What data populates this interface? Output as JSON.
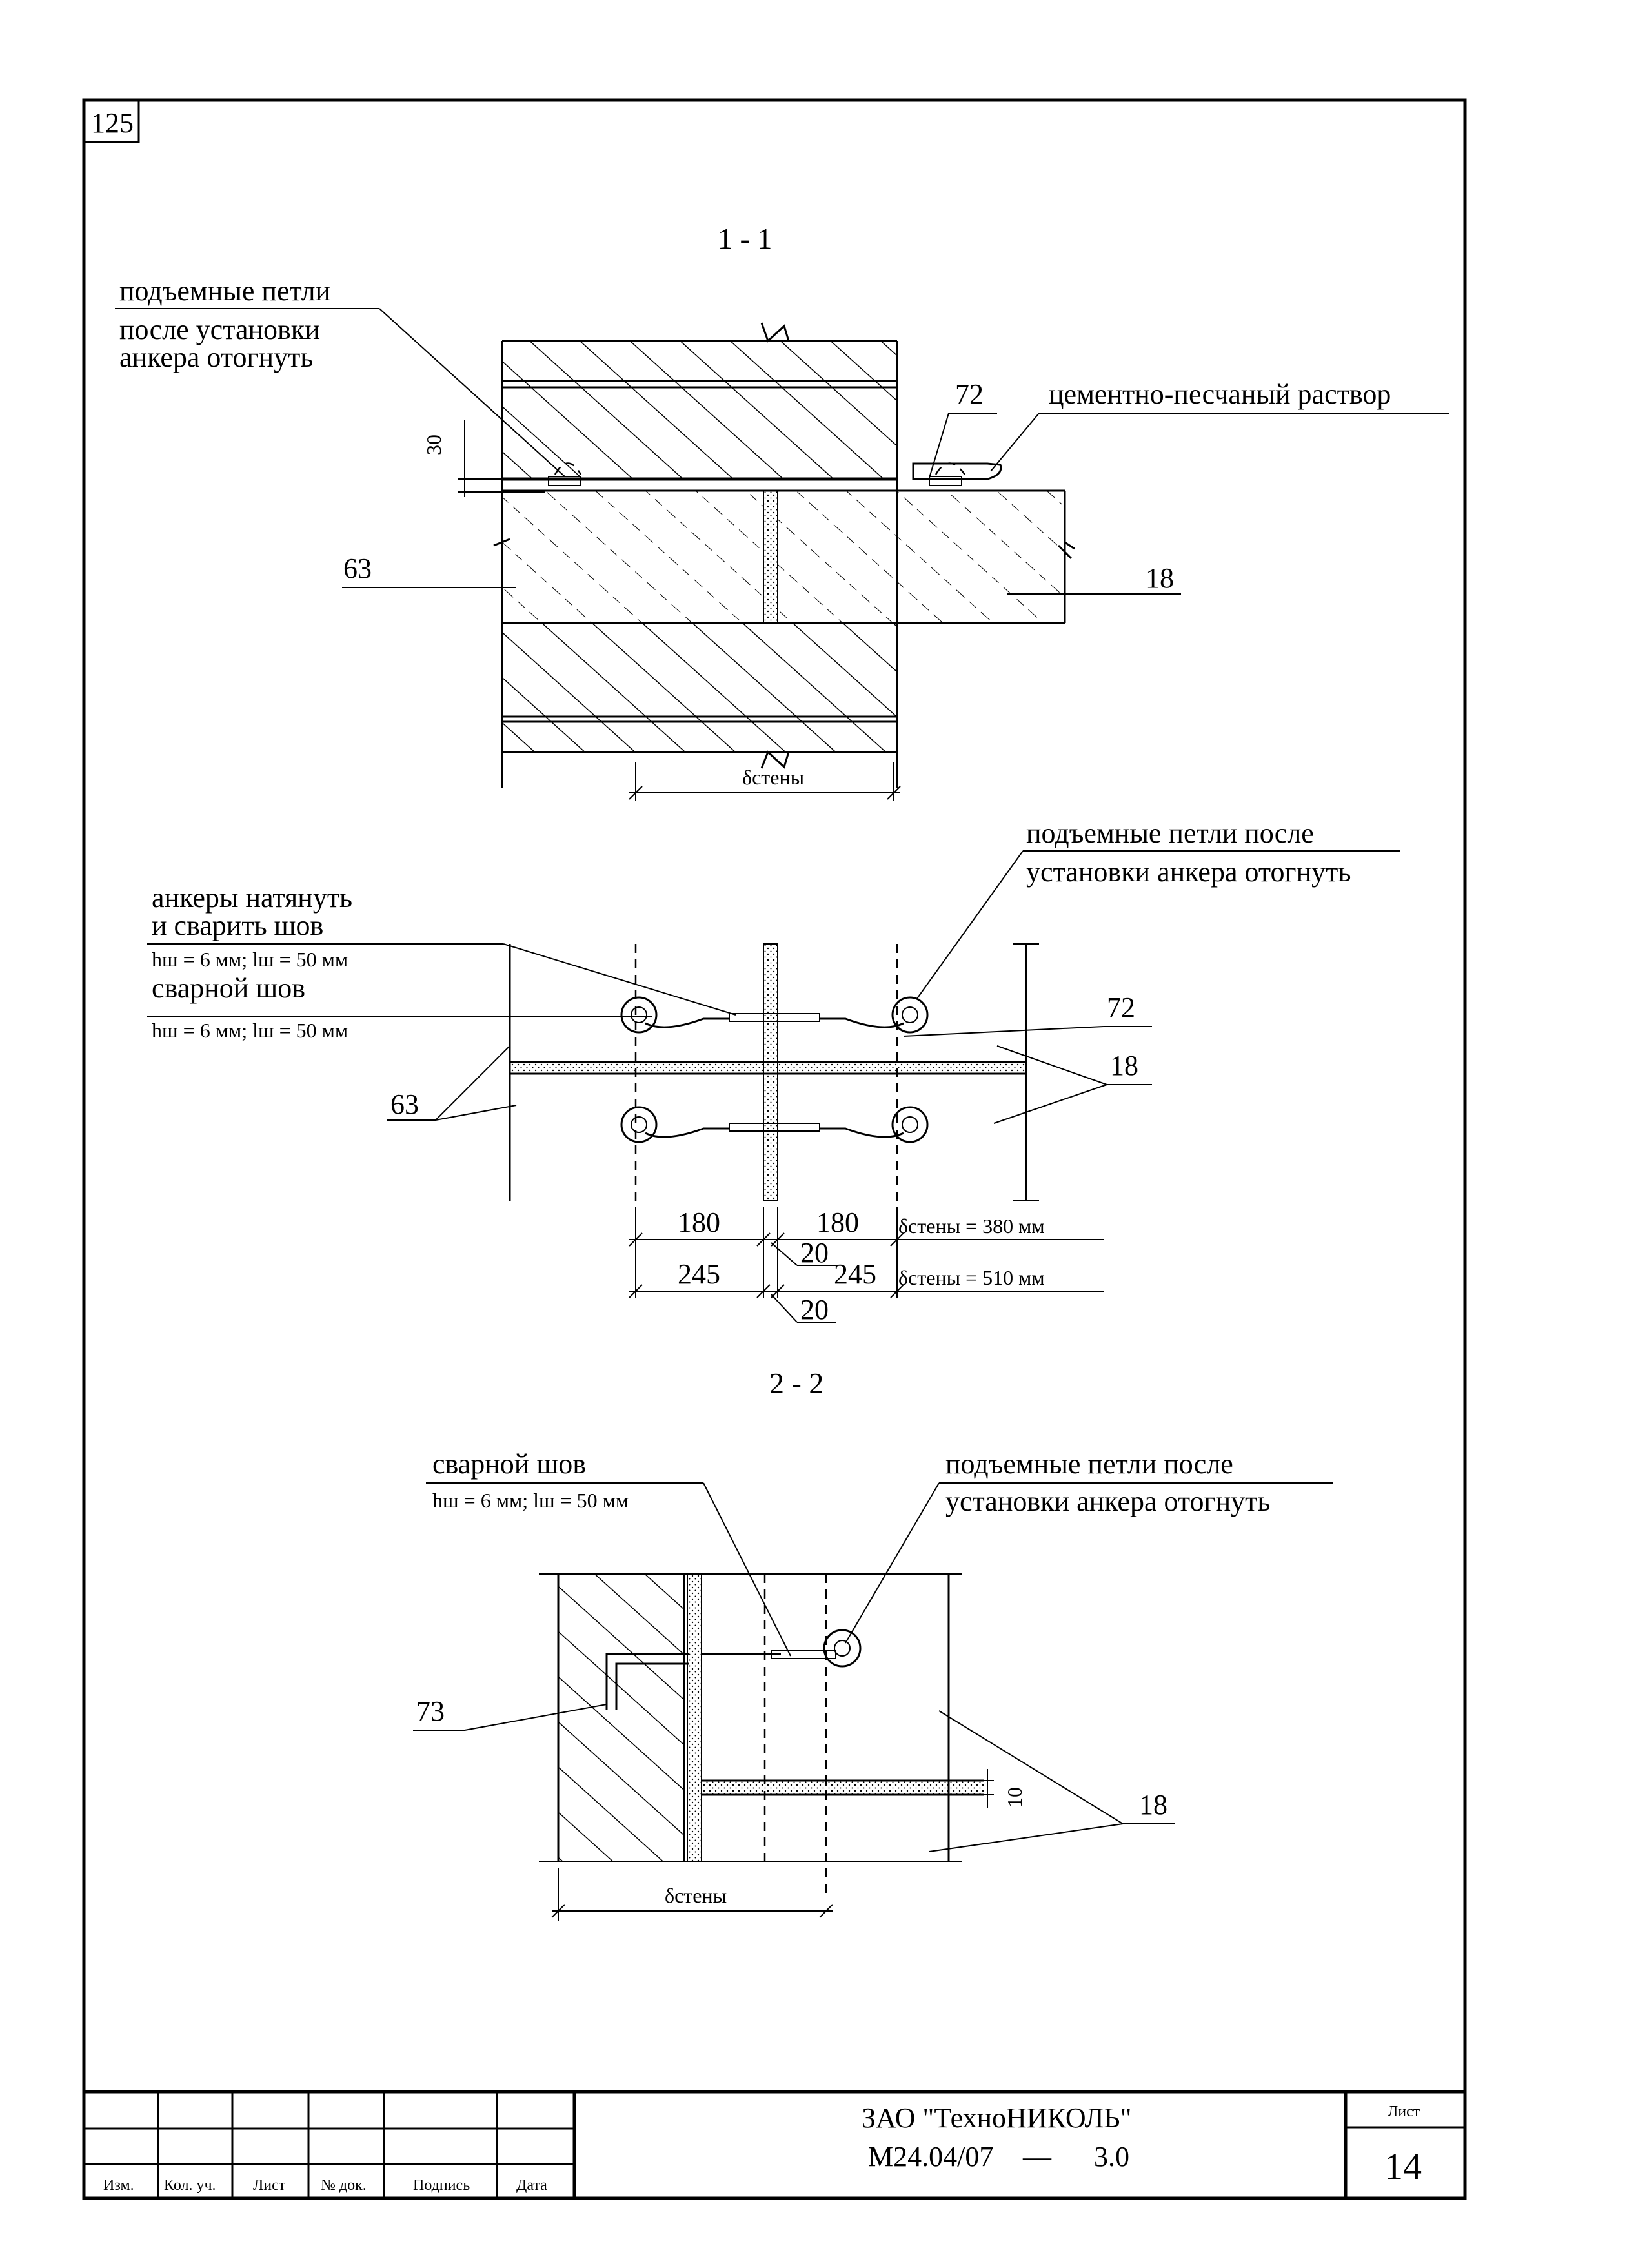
{
  "sheet_corner_number": "125",
  "section_1": {
    "title": "1 - 1",
    "note_loops_line1": "подъемные петли",
    "note_loops_line2": "после установки",
    "note_loops_line3": "анкера отогнуть",
    "label_72": "72",
    "note_mortar": "цементно-песчаный раствор",
    "dim_30": "30",
    "label_63": "63",
    "label_18": "18",
    "dim_wall": "δстены"
  },
  "plan": {
    "note_anchor_line1": "анкеры натянуть",
    "note_anchor_line2": "и сварить шов",
    "weld_spec_1": "hш = 6 мм; lш = 50 мм",
    "note_weld": "сварной шов",
    "weld_spec_2": "hш = 6 мм; lш = 50 мм",
    "note_loops_line1": "подъемные петли после",
    "note_loops_line2": "установки анкера отогнуть",
    "label_72": "72",
    "label_18": "18",
    "label_63": "63",
    "dim_180_left": "180",
    "dim_180_right": "180",
    "dim_wall_380": "δстены = 380 мм",
    "dim_20_a": "20",
    "dim_245_left": "245",
    "dim_245_right": "245",
    "dim_wall_510": "δстены = 510 мм",
    "dim_20_b": "20"
  },
  "section_2": {
    "title": "2 - 2",
    "note_weld": "сварной шов",
    "weld_spec": "hш = 6 мм; lш = 50 мм",
    "note_loops_line1": "подъемные петли после",
    "note_loops_line2": "установки анкера отогнуть",
    "label_73": "73",
    "dim_10": "10",
    "label_18": "18",
    "dim_wall": "δстены"
  },
  "title_block": {
    "company": "ЗАО \"ТехноНИКОЛЬ\"",
    "doc_code": "М24.04/07",
    "doc_dash": "—",
    "doc_rev": "3.0",
    "sheet_label": "Лист",
    "sheet_number": "14",
    "col_izm": "Изм.",
    "col_kol": "Кол. уч.",
    "col_list": "Лист",
    "col_ndok": "№ док.",
    "col_podpis": "Подпись",
    "col_data": "Дата"
  }
}
